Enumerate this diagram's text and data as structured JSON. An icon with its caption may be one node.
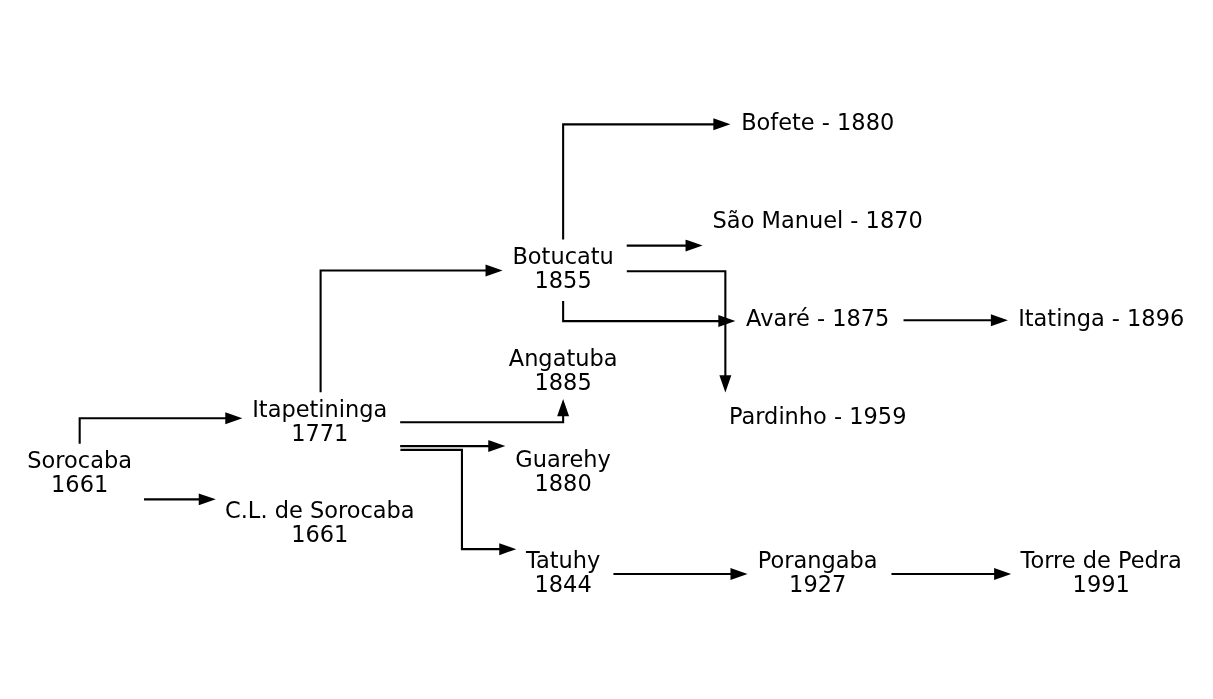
{
  "diagram": {
    "nodes": [
      {
        "text": [
          "Sorocaba",
          "1661"
        ]
      },
      {
        "text": [
          "Itapetininga",
          "1771"
        ]
      },
      {
        "text": [
          "Botucatu",
          "1855"
        ]
      },
      {
        "text": [
          "Bofete - 1880"
        ]
      },
      {
        "text": [
          "São Manuel - 1870"
        ]
      },
      {
        "text": [
          "Avaré - 1875"
        ]
      },
      {
        "text": [
          "Itatinga - 1896"
        ]
      },
      {
        "text": [
          "Pardinho - 1959"
        ]
      },
      {
        "text": [
          "Angatuba",
          "1885"
        ]
      },
      {
        "text": [
          "Guarehy",
          "1880"
        ]
      },
      {
        "text": [
          "Tatuhy",
          "1844"
        ]
      },
      {
        "text": [
          "Porangaba",
          "1927"
        ]
      },
      {
        "text": [
          "Torre de Pedra",
          "1991"
        ]
      },
      {
        "text": [
          "C.L. de Sorocaba",
          "1661"
        ]
      }
    ],
    "edges": [
      {
        "from": 0,
        "to": 1,
        "arrow": "to"
      },
      {
        "from": 0,
        "to": 13,
        "arrow": "to"
      },
      {
        "from": 1,
        "to": 2,
        "arrow": "to"
      },
      {
        "from": 1,
        "to": 8,
        "arrow": "to"
      },
      {
        "from": 1,
        "to": 9,
        "arrow": "to"
      },
      {
        "from": 1,
        "to": 10,
        "arrow": "to"
      },
      {
        "from": 2,
        "to": 3,
        "arrow": "to"
      },
      {
        "from": 2,
        "to": 4,
        "arrow": "to"
      },
      {
        "from": 2,
        "to": 5,
        "arrow": "to"
      },
      {
        "from": 2,
        "to": 7,
        "arrow": "to"
      },
      {
        "from": 5,
        "to": 6,
        "arrow": "to"
      },
      {
        "from": 10,
        "to": 11,
        "arrow": "to"
      },
      {
        "from": 11,
        "to": 12,
        "arrow": "to"
      }
    ]
  }
}
